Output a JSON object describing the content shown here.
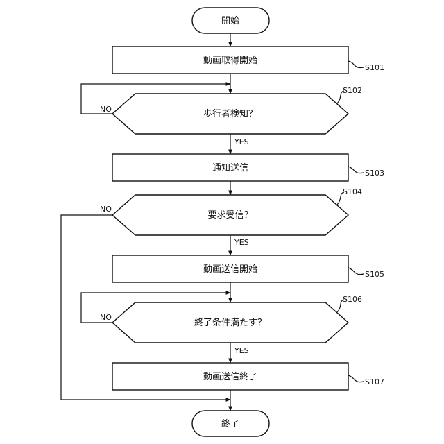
{
  "flowchart": {
    "start": "開始",
    "end": "終了",
    "steps": [
      {
        "id": "S101",
        "text": "動画取得開始"
      },
      {
        "id": "S102",
        "text": "歩行者検知？"
      },
      {
        "id": "S103",
        "text": "通知送信"
      },
      {
        "id": "S104",
        "text": "要求受信？"
      },
      {
        "id": "S105",
        "text": "動画送信開始"
      },
      {
        "id": "S106",
        "text": "終了条件満たす？"
      },
      {
        "id": "S107",
        "text": "動画送信終了"
      }
    ],
    "yes_label": "YES",
    "no_label": "NO"
  }
}
